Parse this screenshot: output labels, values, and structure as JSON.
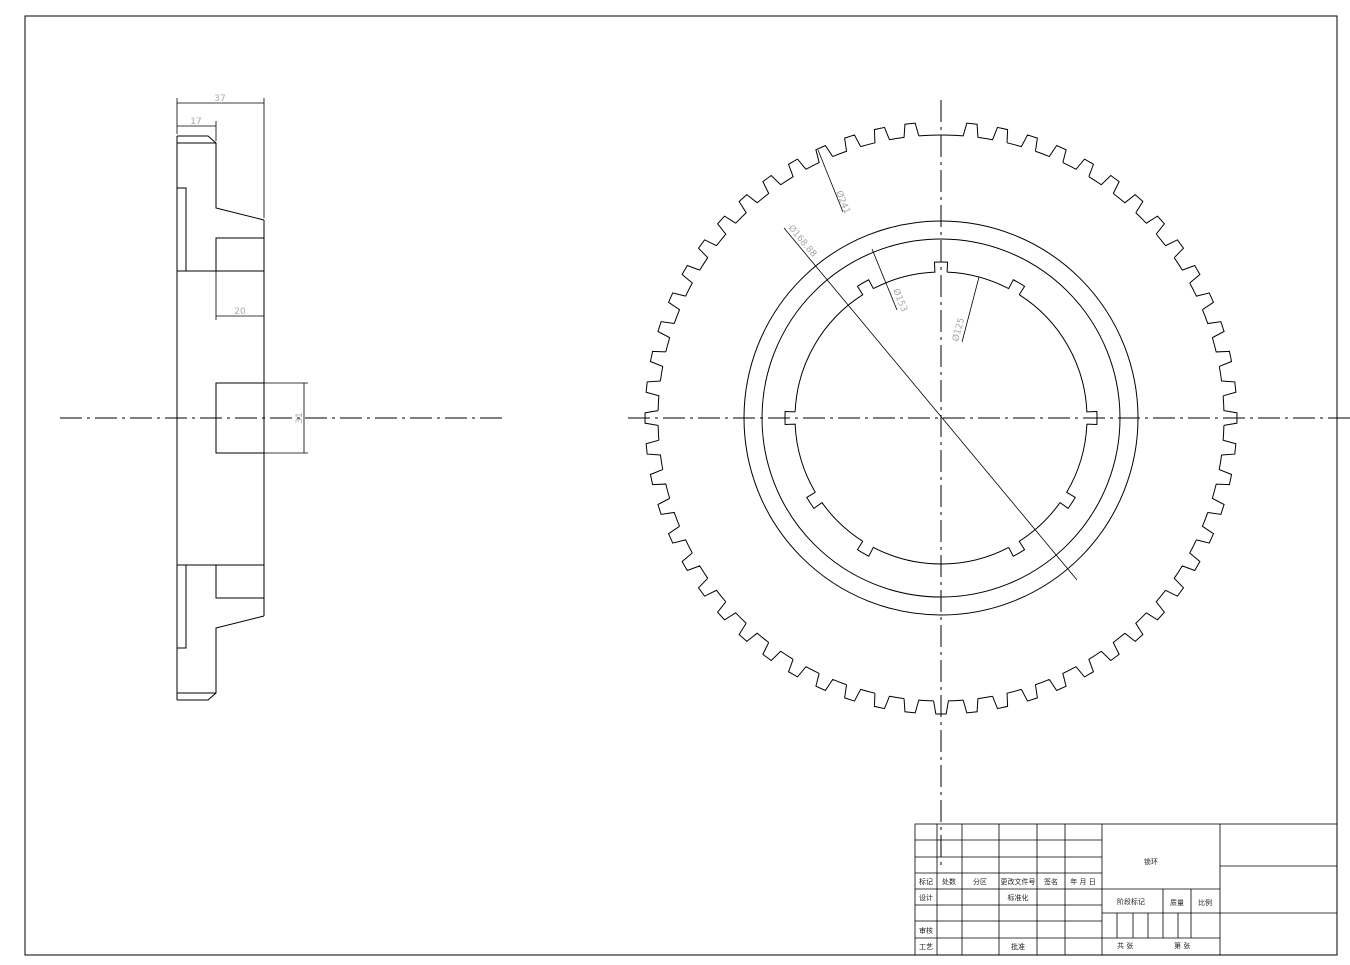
{
  "side_view": {
    "dims": {
      "overall_width": "37",
      "rim_width": "17",
      "hub_width": "20",
      "hub_height": "31"
    }
  },
  "front_view": {
    "tooth_count_pitch_deg": 6,
    "dims": {
      "outer": "Ø241",
      "pcd": "Ø168.88",
      "inner_ring": "Ø153",
      "bore": "Ø125"
    }
  },
  "title_block": {
    "part_name": "锁环",
    "headers": [
      "标记",
      "处数",
      "分区",
      "更改文件号",
      "签名",
      "年 月 日"
    ],
    "design": "设计",
    "standardize": "标准化",
    "review": "审核",
    "process": "工艺",
    "approve": "批准",
    "stage_mark": "阶段标记",
    "mass": "质量",
    "scale": "比例",
    "sheets_total": "共    张",
    "sheet_no": "第    张"
  }
}
